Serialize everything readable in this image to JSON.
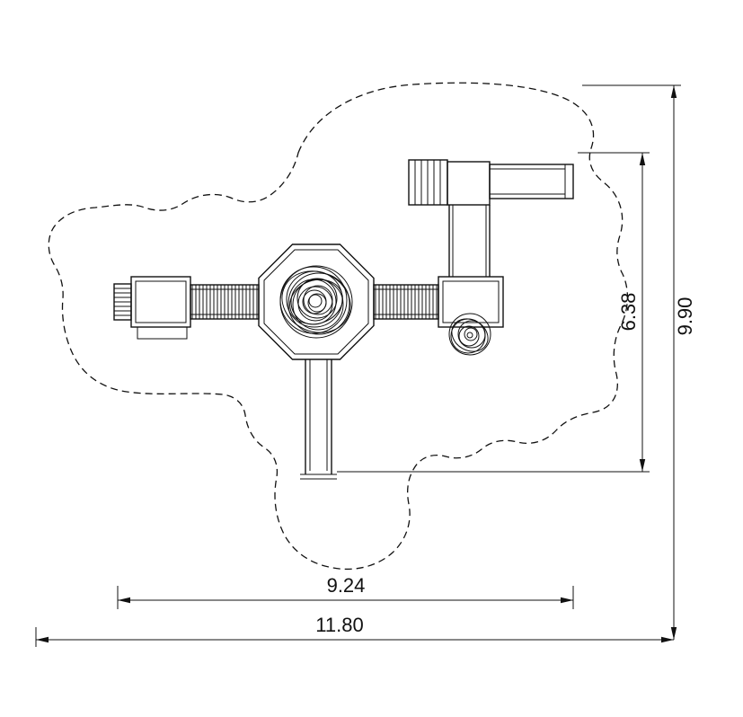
{
  "drawing": {
    "dimensions": {
      "overall_width": "11.80",
      "footprint_width": "9.24",
      "overall_height": "9.90",
      "equipment_height": "6.38"
    }
  }
}
